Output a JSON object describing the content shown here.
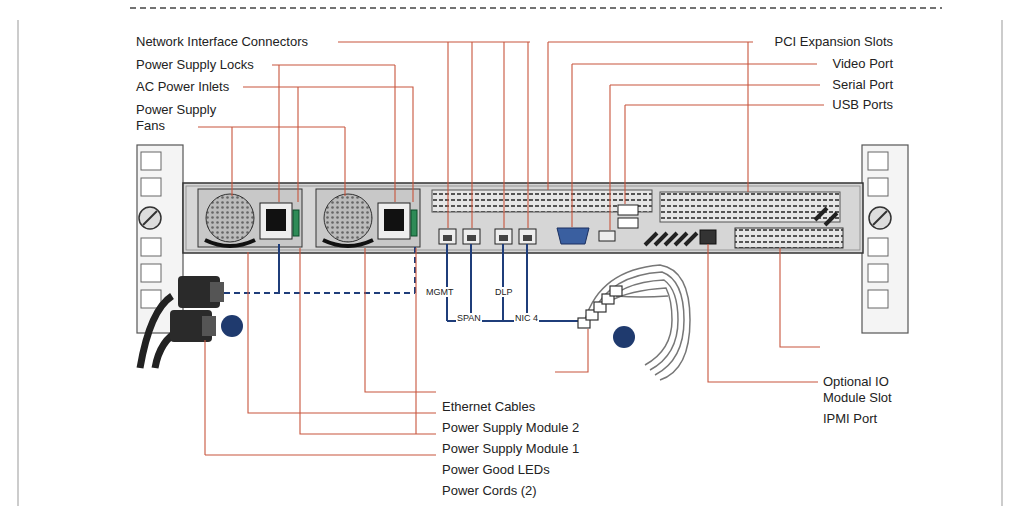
{
  "diagram": {
    "labels": [
      "Network Interface Connectors",
      "Power Supply Locks",
      "AC Power Inlets",
      "Power Supply Fans",
      "PCI Expansion Slots",
      "Video Port",
      "Serial Port",
      "USB Ports",
      "MGMT",
      "DLP",
      "SPAN",
      "NIC 4",
      "Optional IO Module Slot",
      "IPMI Port",
      "Ethernet Cables",
      "Power Supply Module 2",
      "Power Supply Module 1",
      "Power Good LEDs",
      "Power Cords (2)"
    ]
  }
}
